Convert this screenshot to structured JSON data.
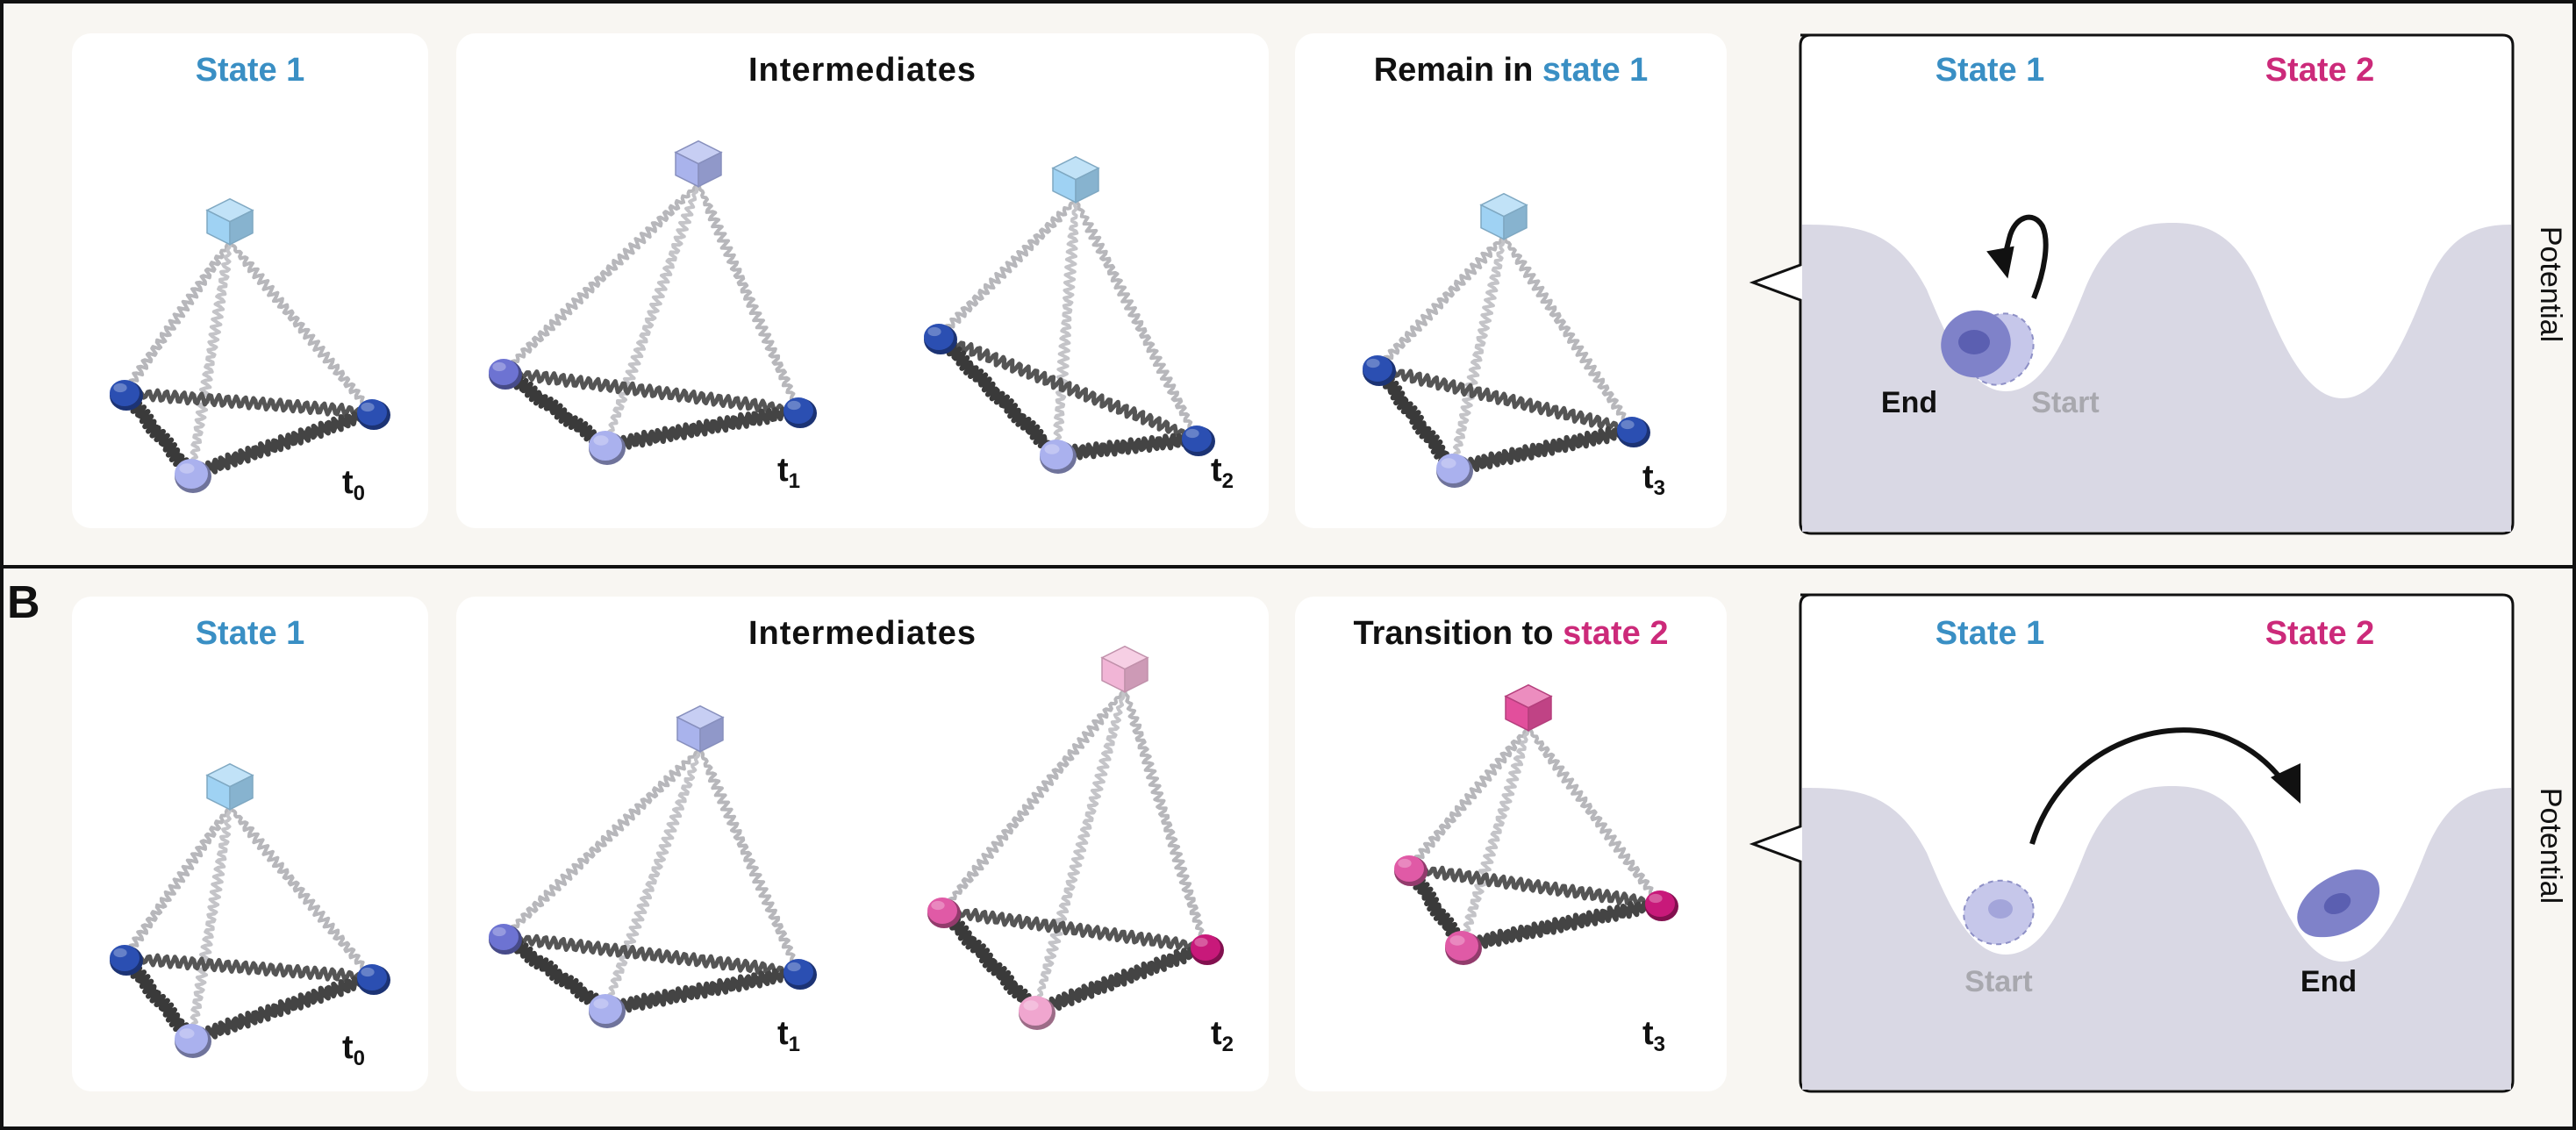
{
  "colors": {
    "state1": "#3a8fc4",
    "state2": "#cc2a7a",
    "panel_bg": "#f8f6f2",
    "card_bg": "#ffffff",
    "landscape": "#d9d8e4",
    "ghost_text": "#a8a8ae",
    "node_dark": "#2b4fb2",
    "node_mid": "#6d73d2",
    "node_light": "#aab1ee",
    "cube_blue": "#9fd2f3",
    "cube_lav": "#a9b3ec",
    "cube_pink": "#e24f9c",
    "node_pink": "#e05aa6",
    "node_magenta": "#c8197a"
  },
  "panels": [
    {
      "id": "A",
      "letter": "",
      "cards": [
        {
          "title_plain": "",
          "title_colored": "State 1",
          "title_color_key": "state1",
          "times": [
            "0"
          ]
        },
        {
          "title_plain": "Intermediates",
          "title_colored": "",
          "title_color_key": "",
          "times": [
            "1",
            "2"
          ]
        },
        {
          "title_plain": "Remain in ",
          "title_colored": "state 1",
          "title_color_key": "state1",
          "times": [
            "3"
          ]
        }
      ],
      "landscape": {
        "state1_label": "State 1",
        "state2_label": "State 2",
        "axis_label": "Potential",
        "end_label": "End",
        "start_label": "Start",
        "outcome": "remain"
      }
    },
    {
      "id": "B",
      "letter": "B",
      "cards": [
        {
          "title_plain": "",
          "title_colored": "State 1",
          "title_color_key": "state1",
          "times": [
            "0"
          ]
        },
        {
          "title_plain": "Intermediates",
          "title_colored": "",
          "title_color_key": "",
          "times": [
            "1",
            "2"
          ]
        },
        {
          "title_plain": "Transition to ",
          "title_colored": "state 2",
          "title_color_key": "state2",
          "times": [
            "3"
          ]
        }
      ],
      "landscape": {
        "state1_label": "State 1",
        "state2_label": "State 2",
        "axis_label": "Potential",
        "end_label": "End",
        "start_label": "Start",
        "outcome": "transition"
      }
    }
  ],
  "time_prefix": "t"
}
